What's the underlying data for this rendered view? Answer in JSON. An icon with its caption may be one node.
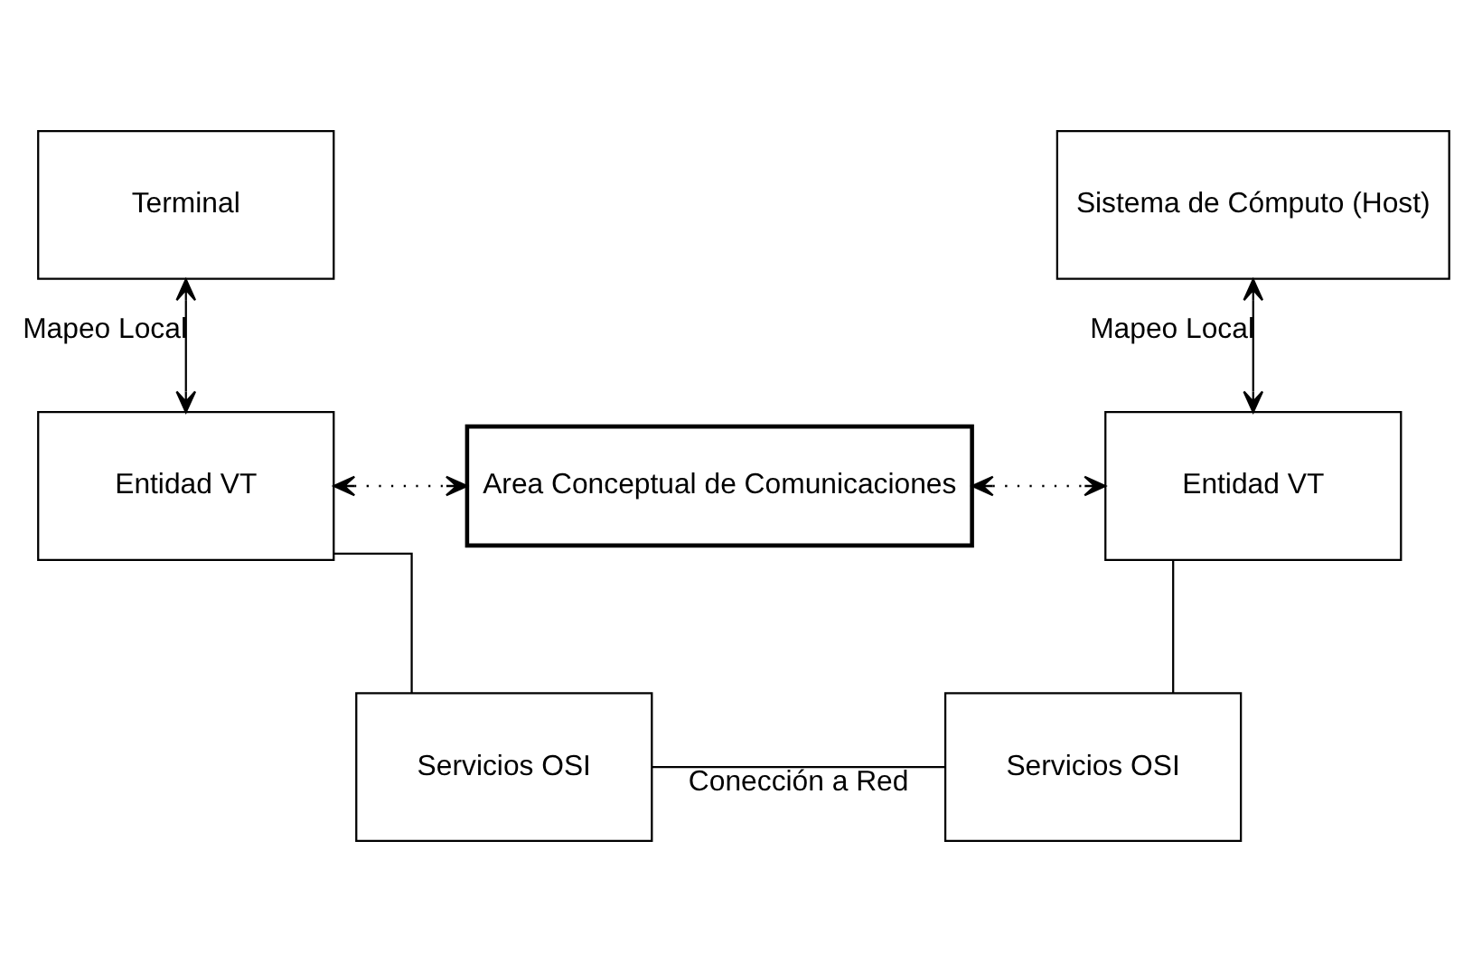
{
  "diagram": {
    "nodes": [
      {
        "text": [
          "Terminal"
        ]
      },
      {
        "text": [
          "Sistema de Cómputo (Host)"
        ]
      },
      {
        "text": [
          "Entidad VT"
        ]
      },
      {
        "text": [
          "Area Conceptual de Comunicaciones"
        ]
      },
      {
        "text": [
          "Entidad VT"
        ]
      },
      {
        "text": [
          "Servicios OSI"
        ]
      },
      {
        "text": [
          "Servicios OSI"
        ]
      }
    ],
    "edges": [
      {
        "from": 0,
        "to": 2,
        "arrow": "both",
        "label": "Mapeo Local"
      },
      {
        "from": 1,
        "to": 4,
        "arrow": "both",
        "label": "Mapeo Local"
      },
      {
        "from": 2,
        "to": 3,
        "arrow": "both",
        "style": "dashed"
      },
      {
        "from": 3,
        "to": 4,
        "arrow": "both",
        "style": "dashed"
      },
      {
        "from": 2,
        "to": 5,
        "arrow": "none"
      },
      {
        "from": 4,
        "to": 6,
        "arrow": "none"
      },
      {
        "from": 5,
        "to": 6,
        "arrow": "none",
        "label": "Conección a Red"
      }
    ]
  }
}
